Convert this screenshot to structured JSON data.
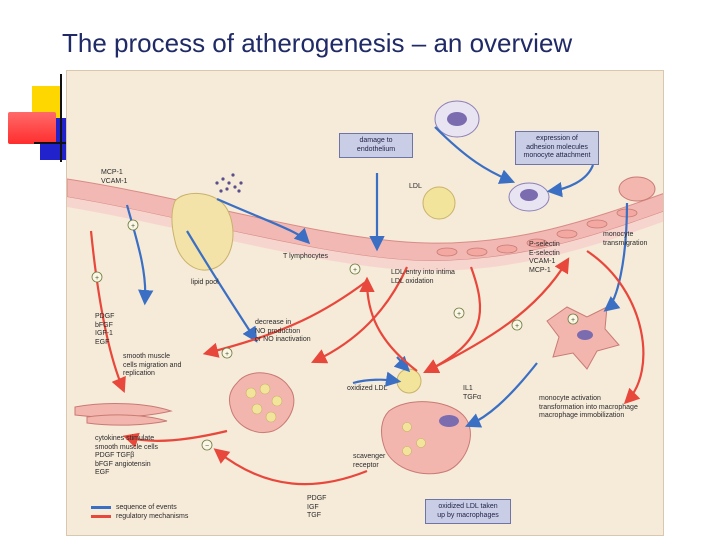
{
  "title": "The process of atherogenesis – an overview",
  "colors": {
    "title": "#1f2a66",
    "background": "#f6ead9",
    "sequence_arrow": "#3a6fc4",
    "regulatory_arrow": "#e8473b",
    "box_fill": "#c9cde6"
  },
  "boxes": {
    "damage": "damage to\nendothelium",
    "expression": "expression of\nadhesion molecules\nmonocyte attachment",
    "oxidized_ldl": "oxidized LDL taken\nup by macrophages"
  },
  "labels": {
    "mcp_vcam": "MCP-1\nVCAM-1",
    "ldl": "LDL",
    "monocyte_transmigration": "monocyte\ntransmigration",
    "t_lymphocytes": "T lymphocytes",
    "selectins": "P-selectin\nE-selectin\nVCAM-1\nMCP-1",
    "ldl_entry": "LDL entry into intima\nLDL oxidation",
    "lipid_pool": "lipid pool",
    "growth_factors": "PDGF\nbFGF\nIGF-1\nEGF",
    "no_decrease": "decrease in\nNO production\nor NO inactivation",
    "smooth_muscle": "smooth muscle\ncells migration and\nreplication",
    "oxidized_ldl_label": "oxidized LDL",
    "il1_tgf": "IL1\nTGFα",
    "monocyte_activation": "monocyte activation\ntransformation into macrophage\nmacrophage immobilization",
    "cytokines": "cytokines stimulate\nsmooth muscle cells\nPDGF TGFβ\nbFGF angiotensin\nEGF",
    "scavenger": "scavenger\nreceptor",
    "pdgf_igf_tgf": "PDGF\nIGF\nTGF"
  },
  "legend": [
    {
      "text": "sequence of events",
      "color": "#3a6fc4"
    },
    {
      "text": "regulatory mechanisms",
      "color": "#e8473b"
    }
  ]
}
